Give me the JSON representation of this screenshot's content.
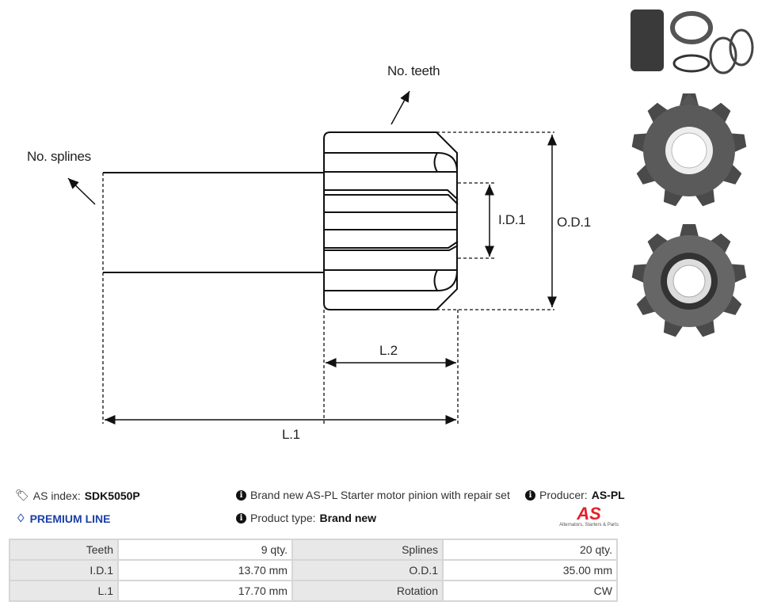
{
  "diagram": {
    "no_teeth": "No. teeth",
    "no_splines": "No. splines",
    "id1": "I.D.1",
    "od1": "O.D.1",
    "l2": "L.2",
    "l1": "L.1"
  },
  "info": {
    "as_index_label": "AS index:",
    "as_index_value": "SDK5050P",
    "premium": "PREMIUM LINE",
    "description": "Brand new AS-PL Starter motor pinion with repair set",
    "product_type_label": "Product type:",
    "product_type_value": "Brand new",
    "producer_label": "Producer:",
    "producer_value": "AS-PL",
    "logo_text": "AS",
    "logo_tagline": "Alternators, Starters & Parts"
  },
  "specs": [
    {
      "k1": "Teeth",
      "v1": "9 qty.",
      "k2": "Splines",
      "v2": "20 qty."
    },
    {
      "k1": "I.D.1",
      "v1": "13.70 mm",
      "k2": "O.D.1",
      "v2": "35.00 mm"
    },
    {
      "k1": "L.1",
      "v1": "17.70 mm",
      "k2": "Rotation",
      "v2": "CW"
    }
  ],
  "colors": {
    "premium": "#1a3fa8",
    "logo_red": "#e3202a",
    "table_key_bg": "#e8e8e8"
  }
}
